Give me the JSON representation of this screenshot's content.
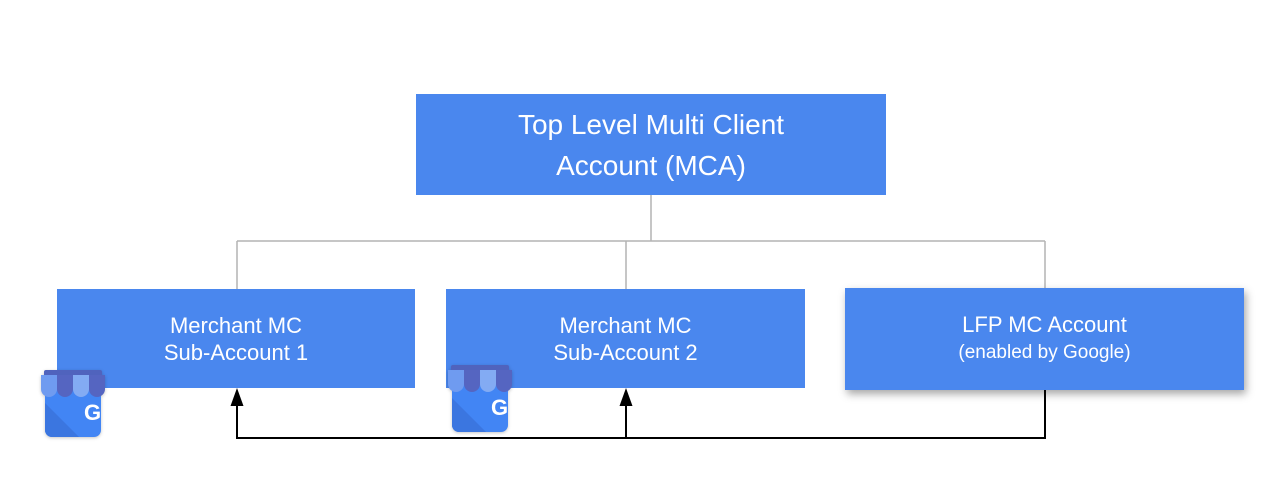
{
  "diagram": {
    "root": {
      "line1": "Top Level Multi Client",
      "line2": "Account (MCA)"
    },
    "children": [
      {
        "id": "merchant-mc-sub-account-1",
        "line1": "Merchant MC",
        "line2": "Sub-Account 1",
        "has_business_icon": true
      },
      {
        "id": "merchant-mc-sub-account-2",
        "line1": "Merchant MC",
        "line2": "Sub-Account 2",
        "has_business_icon": true
      },
      {
        "id": "lfp-mc-account",
        "line1": "LFP MC Account",
        "line2": "(enabled by Google)",
        "has_business_icon": false
      }
    ],
    "business_icon": {
      "name": "google-business-profile-icon",
      "letter": "G"
    },
    "colors": {
      "box_fill": "#4a87ee",
      "box_text": "#ffffff",
      "tree_connector": "#b3b3b3",
      "arrow": "#000000",
      "icon_body": "#4285f4",
      "icon_body_shade": "#3b76e0",
      "icon_awning_back": "#5063bd",
      "icon_awning_dark": "#5565c1",
      "icon_awning_light_1": "#6f9bf0",
      "icon_awning_light_2": "#83abf3"
    }
  }
}
